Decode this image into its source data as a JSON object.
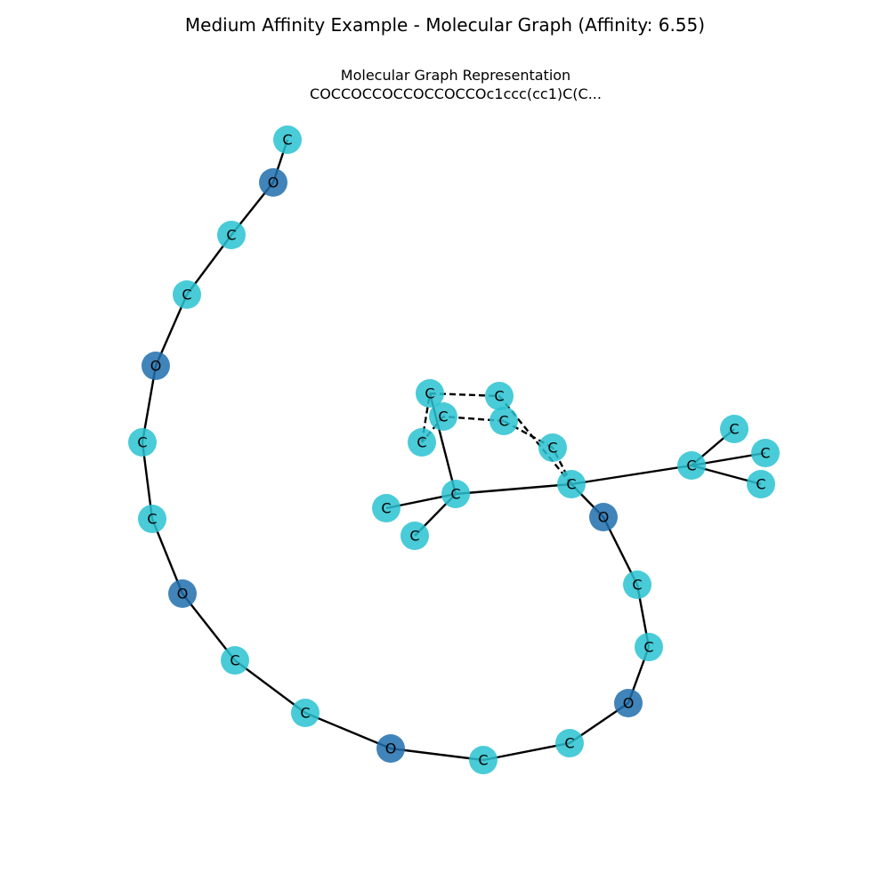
{
  "figure": {
    "title": "Medium Affinity Example - Molecular Graph (Affinity: 6.55)",
    "subtitle_line1": "Molecular Graph Representation",
    "subtitle_line2": "COCCOCCOCCOCCOCCOc1ccc(cc1)C(C..."
  },
  "colors": {
    "carbon": "#29c2d1",
    "oxygen": "#1f6fad",
    "edge": "#000000",
    "background": "#ffffff"
  },
  "nodes": [
    {
      "id": "n1",
      "element": "C"
    },
    {
      "id": "n2",
      "element": "O"
    },
    {
      "id": "n3",
      "element": "C"
    },
    {
      "id": "n4",
      "element": "C"
    },
    {
      "id": "n5",
      "element": "O"
    },
    {
      "id": "n6",
      "element": "C"
    },
    {
      "id": "n7",
      "element": "C"
    },
    {
      "id": "n8",
      "element": "O"
    },
    {
      "id": "n9",
      "element": "C"
    },
    {
      "id": "n10",
      "element": "C"
    },
    {
      "id": "n11",
      "element": "O"
    },
    {
      "id": "n12",
      "element": "C"
    },
    {
      "id": "n13",
      "element": "C"
    },
    {
      "id": "n14",
      "element": "O"
    },
    {
      "id": "n15",
      "element": "C"
    },
    {
      "id": "n16",
      "element": "C"
    },
    {
      "id": "n17",
      "element": "O"
    },
    {
      "id": "n18",
      "element": "C"
    },
    {
      "id": "n19",
      "element": "C"
    },
    {
      "id": "n20",
      "element": "C"
    },
    {
      "id": "n21",
      "element": "C"
    },
    {
      "id": "n22",
      "element": "C"
    },
    {
      "id": "n23",
      "element": "C"
    },
    {
      "id": "n24",
      "element": "C"
    },
    {
      "id": "n25",
      "element": "C"
    },
    {
      "id": "n26",
      "element": "C"
    },
    {
      "id": "n27",
      "element": "C"
    },
    {
      "id": "n28",
      "element": "C"
    },
    {
      "id": "n29",
      "element": "C"
    },
    {
      "id": "n30",
      "element": "C"
    },
    {
      "id": "n31",
      "element": "C"
    }
  ],
  "edges": [
    {
      "source": "n1",
      "target": "n2",
      "type": "single"
    },
    {
      "source": "n2",
      "target": "n3",
      "type": "single"
    },
    {
      "source": "n3",
      "target": "n4",
      "type": "single"
    },
    {
      "source": "n4",
      "target": "n5",
      "type": "single"
    },
    {
      "source": "n5",
      "target": "n6",
      "type": "single"
    },
    {
      "source": "n6",
      "target": "n7",
      "type": "single"
    },
    {
      "source": "n7",
      "target": "n8",
      "type": "single"
    },
    {
      "source": "n8",
      "target": "n9",
      "type": "single"
    },
    {
      "source": "n9",
      "target": "n10",
      "type": "single"
    },
    {
      "source": "n10",
      "target": "n11",
      "type": "single"
    },
    {
      "source": "n11",
      "target": "n12",
      "type": "single"
    },
    {
      "source": "n12",
      "target": "n13",
      "type": "single"
    },
    {
      "source": "n13",
      "target": "n14",
      "type": "single"
    },
    {
      "source": "n14",
      "target": "n15",
      "type": "single"
    },
    {
      "source": "n15",
      "target": "n16",
      "type": "single"
    },
    {
      "source": "n16",
      "target": "n17",
      "type": "single"
    },
    {
      "source": "n17",
      "target": "n18",
      "type": "single"
    },
    {
      "source": "n18",
      "target": "n19",
      "type": "dashed"
    },
    {
      "source": "n19",
      "target": "n20",
      "type": "dashed"
    },
    {
      "source": "n20",
      "target": "n21",
      "type": "dashed"
    },
    {
      "source": "n21",
      "target": "n22",
      "type": "dashed"
    },
    {
      "source": "n22",
      "target": "n23",
      "type": "dashed"
    },
    {
      "source": "n23",
      "target": "n24",
      "type": "dashed"
    },
    {
      "source": "n24",
      "target": "n18",
      "type": "dashed"
    },
    {
      "source": "n23",
      "target": "n25",
      "type": "single"
    },
    {
      "source": "n25",
      "target": "n18",
      "type": "single"
    },
    {
      "source": "n25",
      "target": "n26",
      "type": "single"
    },
    {
      "source": "n25",
      "target": "n27",
      "type": "single"
    },
    {
      "source": "n18",
      "target": "n28",
      "type": "single"
    },
    {
      "source": "n28",
      "target": "n29",
      "type": "single"
    },
    {
      "source": "n28",
      "target": "n30",
      "type": "single"
    },
    {
      "source": "n28",
      "target": "n31",
      "type": "single"
    }
  ]
}
